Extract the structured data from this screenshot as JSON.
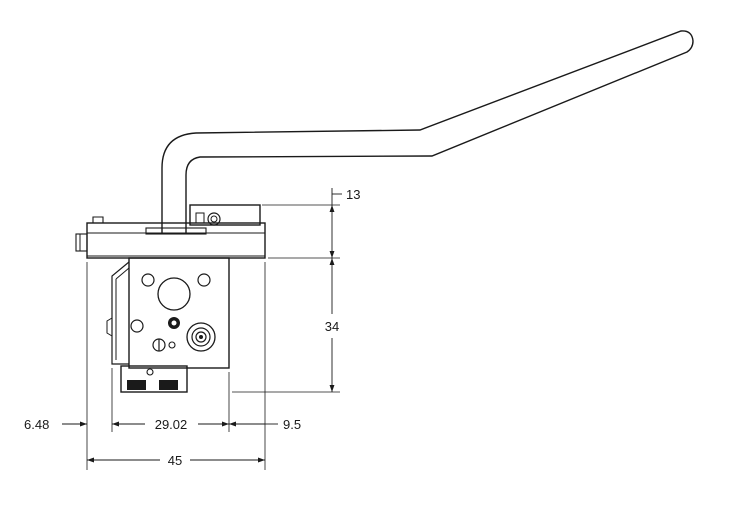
{
  "drawing": {
    "line_color": "#1a1a1a",
    "background": "#ffffff",
    "dimensions": {
      "top_height": "13",
      "body_height": "34",
      "left_offset": "6.48",
      "body_width": "29.02",
      "right_offset": "9.5",
      "overall_width": "45"
    }
  }
}
